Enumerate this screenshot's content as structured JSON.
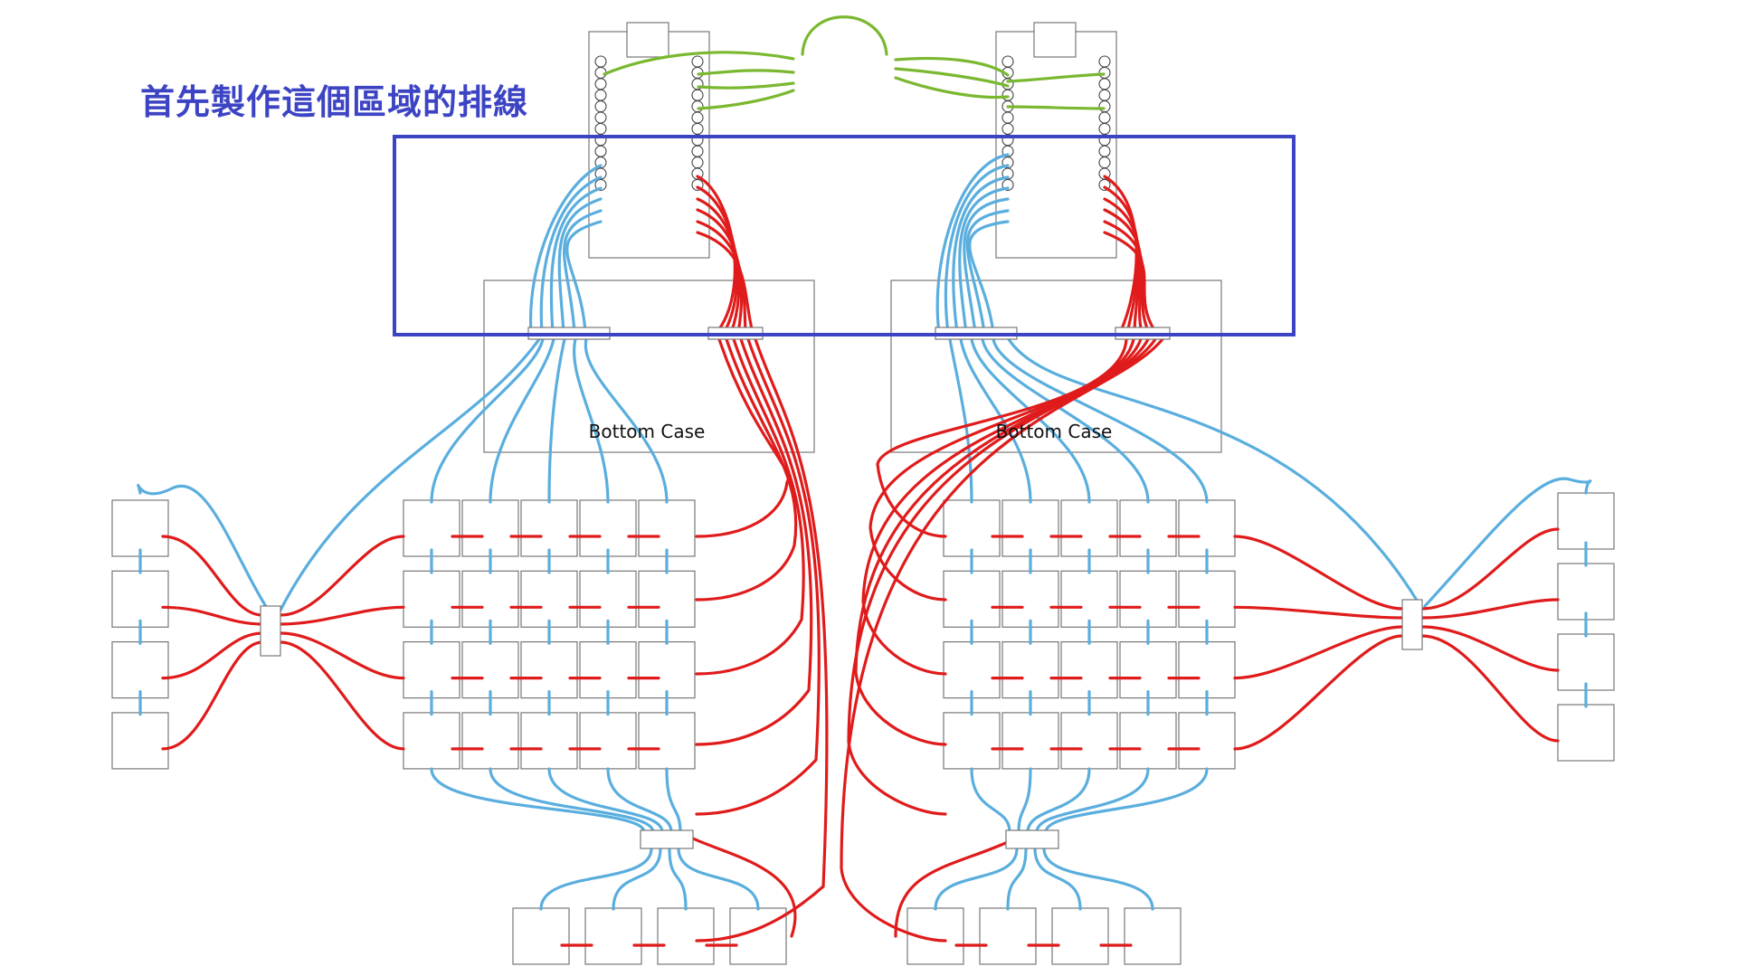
{
  "annotation": {
    "text": "首先製作這個區域的排線",
    "color": "#3d44c4"
  },
  "cases": [
    {
      "label": "Bottom Case"
    },
    {
      "label": "Bottom Case"
    }
  ],
  "colors": {
    "blue_wire": "#5aaede",
    "red_wire": "#e01b1b",
    "green_wire": "#7ab830",
    "outline": "#777777",
    "highlight": "#3d44c4"
  }
}
